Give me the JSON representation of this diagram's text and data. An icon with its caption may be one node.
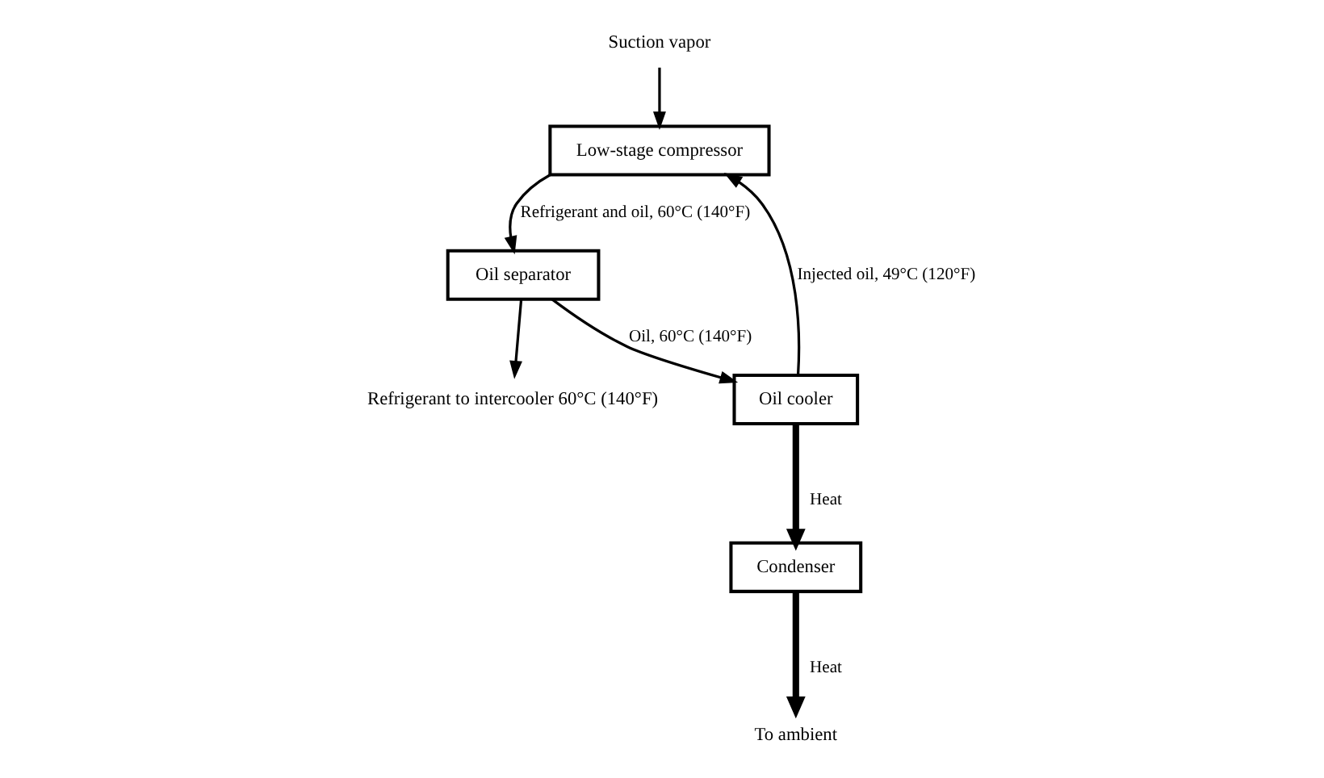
{
  "diagram": {
    "nodes": [
      {
        "text": [
          "Suction vapor"
        ]
      },
      {
        "text": [
          "Low-stage compressor"
        ]
      },
      {
        "text": [
          "Refrigerant to intercooler 60°C (140°F)"
        ]
      },
      {
        "text": [
          "Oil separator"
        ]
      },
      {
        "text": [
          "To ambient"
        ]
      },
      {
        "text": [
          "Condenser"
        ]
      },
      {
        "text": [
          "Oil cooler"
        ]
      }
    ],
    "edges": [
      {
        "from": 0,
        "to": 1,
        "arrow": "to"
      },
      {
        "from": 1,
        "to": 3,
        "arrow": "to",
        "label": "Refrigerant and oil, 60°C (140°F)"
      },
      {
        "from": 3,
        "to": 2,
        "arrow": "to"
      },
      {
        "from": 5,
        "to": 4,
        "arrow": "to",
        "label": "Heat",
        "style": "thick"
      },
      {
        "from": 3,
        "to": 6,
        "arrow": "to",
        "label": "Oil, 60°C (140°F)"
      },
      {
        "from": 6,
        "to": 5,
        "arrow": "to",
        "label": "Heat",
        "style": "thick"
      },
      {
        "from": 6,
        "to": 1,
        "arrow": "to",
        "label": "Injected oil, 49°C (120°F)"
      }
    ]
  }
}
